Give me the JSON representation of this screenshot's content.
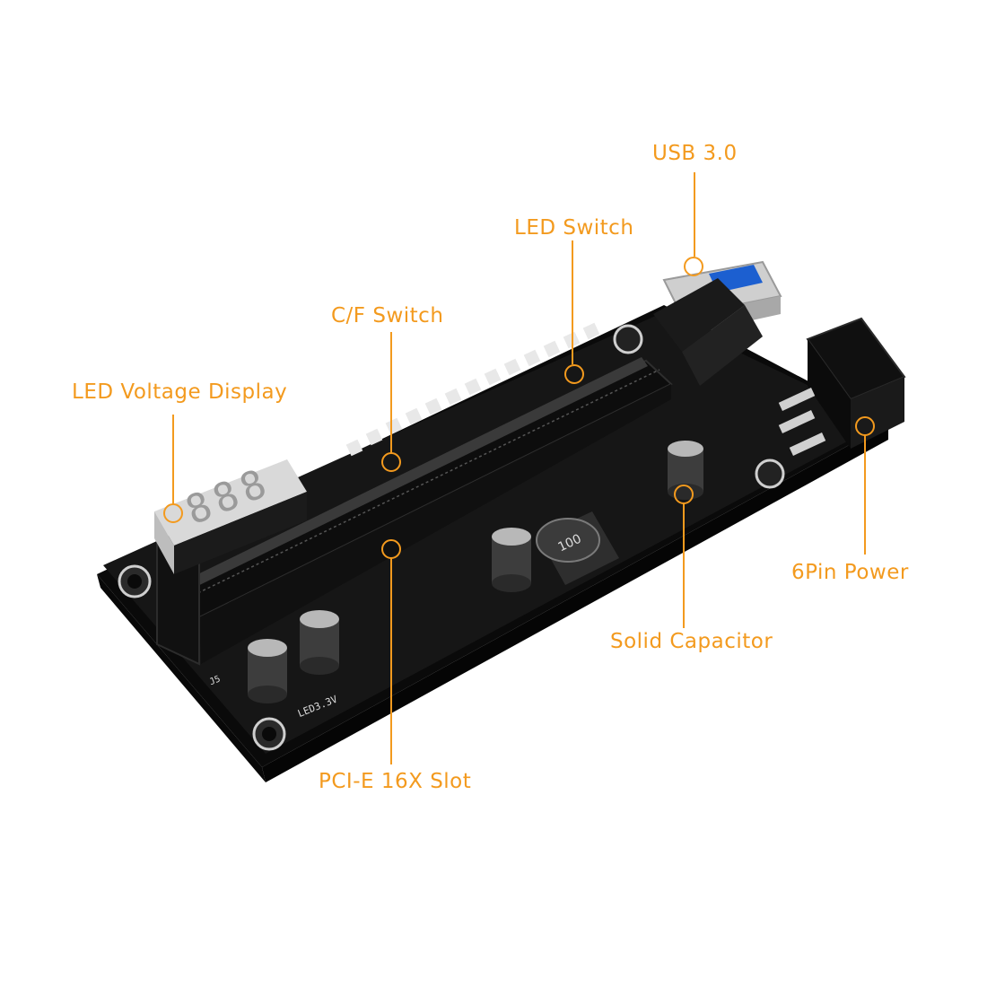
{
  "colors": {
    "accent": "#F39A1E",
    "board": "#141414",
    "background": "#FFFFFF"
  },
  "callouts": {
    "usb": "USB 3.0",
    "led_switch": "LED Switch",
    "cf_switch": "C/F Switch",
    "led_voltage_display": "LED Voltage Display",
    "pcie_slot": "PCI-E 16X Slot",
    "solid_capacitor": "Solid Capacitor",
    "six_pin_power": "6Pin Power"
  },
  "board_markings": {
    "inductor_code": "100",
    "led_silkscreen": "LED3.3V",
    "jumper_silkscreen": "J5",
    "display_digits": "888"
  }
}
